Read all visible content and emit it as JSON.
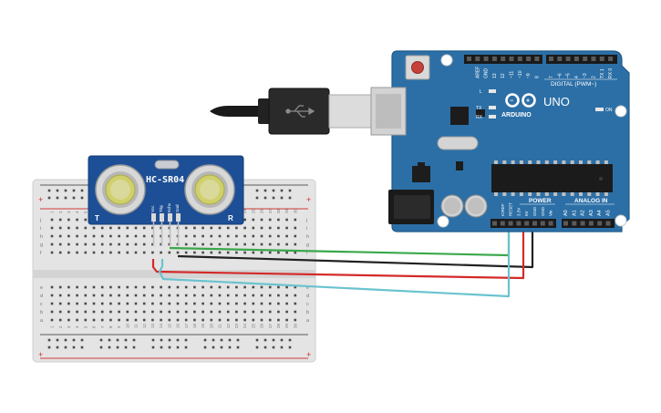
{
  "sensor": {
    "model": "HC-SR04",
    "pins": [
      "Vcc",
      "Trig",
      "Echo",
      "Gnd"
    ],
    "side_left": "T",
    "side_right": "R"
  },
  "arduino": {
    "brand": "ARDUINO",
    "model": "UNO",
    "digital_title": "DIGITAL (PWM~)",
    "power_title": "POWER",
    "analog_title": "ANALOG IN",
    "led_labels": [
      "L",
      "TX",
      "RX"
    ],
    "on_label": "ON",
    "top_header_labels": [
      "AREF",
      "GND",
      "13",
      "12",
      "~11",
      "~10",
      "~9",
      "8",
      "7",
      "~6",
      "~5",
      "4",
      "~3",
      "2",
      "TX 1",
      "RX 0"
    ],
    "power_header_labels": [
      "IOREF",
      "RESET",
      "3.3V",
      "5V",
      "GND",
      "GND",
      "Vin"
    ],
    "analog_header_labels": [
      "A0",
      "A1",
      "A2",
      "A3",
      "A4",
      "A5"
    ]
  },
  "breadboard": {
    "row_letters_top": [
      "j",
      "i",
      "h",
      "g",
      "f"
    ],
    "row_letters_bottom": [
      "e",
      "d",
      "c",
      "b",
      "a"
    ],
    "column_numbers": [
      "1",
      "2",
      "3",
      "4",
      "5",
      "6",
      "7",
      "8",
      "9",
      "10",
      "11",
      "12",
      "13",
      "14",
      "15",
      "16",
      "17",
      "18",
      "19",
      "20",
      "21",
      "22",
      "23",
      "24",
      "25",
      "26",
      "27",
      "28",
      "29",
      "30"
    ],
    "rail_plus": "+",
    "rail_minus": "-"
  },
  "wires": [
    {
      "name": "wire-green-trig",
      "color": "#3aa84a"
    },
    {
      "name": "wire-black-gnd",
      "color": "#222222"
    },
    {
      "name": "wire-red-5v",
      "color": "#d42a2a"
    },
    {
      "name": "wire-cyan-echo",
      "color": "#6ac3cf"
    }
  ],
  "colors": {
    "board": "#2c6fa6",
    "board_dark": "#1f5a8a",
    "breadboard": "#e6e6e6",
    "sensor": "#1d4f96"
  }
}
